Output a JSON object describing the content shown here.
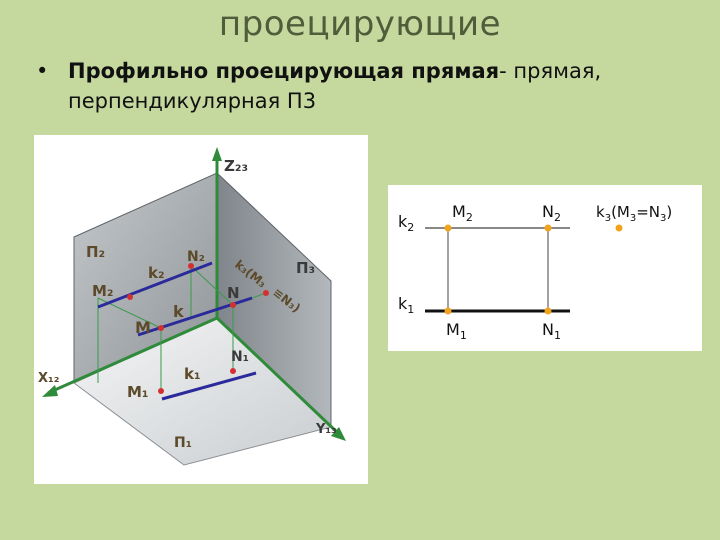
{
  "slide": {
    "title": "проецирующие",
    "bullet_symbol": "•",
    "bullet_bold": "Профильно проецирующая прямая",
    "bullet_rest": "- прямая, перпендикулярная П3"
  },
  "figure3d": {
    "axis_z": "Z₂₃",
    "axis_x": "X₁₂",
    "axis_y": "Y₁₃",
    "plane_p2": "П₂",
    "plane_p3": "П₃",
    "plane_p1": "П₁",
    "label_m2": "M₂",
    "label_n2": "N₂",
    "label_k2": "k₂",
    "label_m": "M",
    "label_k": "k",
    "label_n": "N",
    "label_m1": "M₁",
    "label_k1": "k₁",
    "label_n1": "N₁",
    "label_k3": "k₃(M₃",
    "label_n3": "≡N₃)"
  },
  "figure2d": {
    "k2": "k",
    "k2_sub": "2",
    "m2": "M",
    "m2_sub": "2",
    "n2": "N",
    "n2_sub": "2",
    "k3_full_a": "k",
    "k3_sub": "3",
    "k3_full_b": "(M",
    "m3_sub": "3",
    "k3_full_c": "=N",
    "n3_sub": "3",
    "k3_full_d": ")",
    "k1": "k",
    "k1_sub": "1",
    "m1": "M",
    "m1_sub": "1",
    "n1": "N",
    "n1_sub": "1"
  },
  "colors": {
    "point": "#f2a31c",
    "line_blue": "#2a2a9a",
    "axis_green": "#2f8a3a",
    "plane_gray": "#8e9397"
  }
}
